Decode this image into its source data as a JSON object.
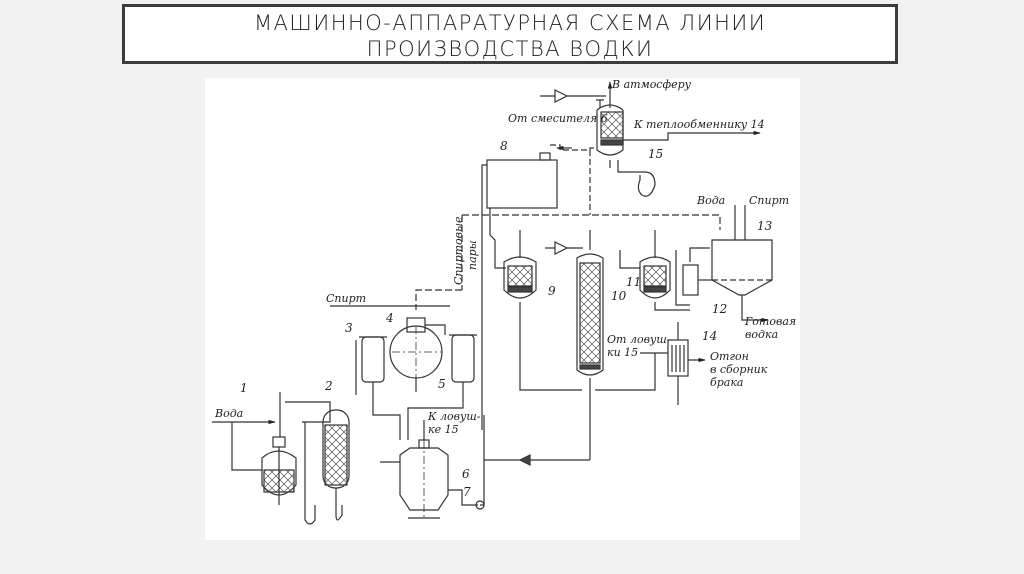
{
  "slide": {
    "title_line1": "МАШИННО-АППАРАТУРНАЯ СХЕМА ЛИНИИ",
    "title_line2": "ПРОИЗВОДСТВА ВОДКИ"
  },
  "diagram": {
    "labels": {
      "atmosphere": "В атмосферу",
      "from_mixer": "От смесителя 6",
      "to_heat_exchanger": "К теплообменнику 14",
      "water_top": "Вода",
      "spirit_top": "Спирт",
      "spirit_vapors_1": "Спиртовые",
      "spirit_vapors_2": "пары",
      "spirit_left": "Спирт",
      "water_left": "Вода",
      "to_trap_1": "К ловуш-",
      "to_trap_2": "ке 15",
      "from_trap_1": "От ловуш-",
      "from_trap_2": "ки 15",
      "distillate_1": "Отгон",
      "distillate_2": "в сборник",
      "distillate_3": "брака",
      "ready_1": "Готовая",
      "ready_2": "водка"
    },
    "equipment_numbers": {
      "n1": "1",
      "n2": "2",
      "n3": "3",
      "n4": "4",
      "n5": "5",
      "n6": "6",
      "n7": "7",
      "n8": "8",
      "n9": "9",
      "n10": "10",
      "n11": "11",
      "n12": "12",
      "n13": "13",
      "n14": "14",
      "n15": "15"
    }
  }
}
